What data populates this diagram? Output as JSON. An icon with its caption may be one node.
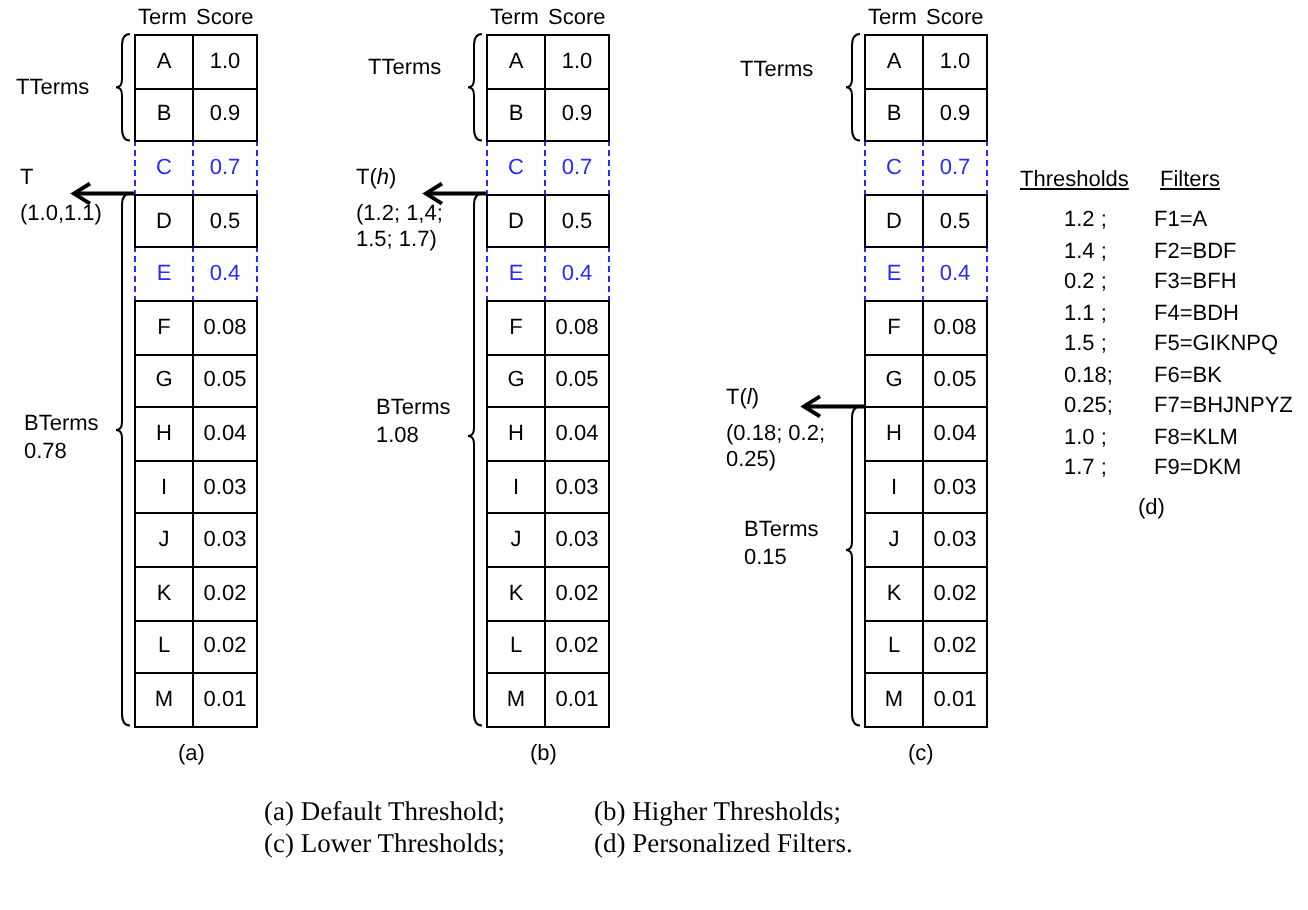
{
  "diagram": {
    "labels": [
      "Term",
      "Score",
      "A",
      "1.0",
      "B",
      "0.9",
      "C",
      "0.7",
      "D",
      "0.5",
      "E",
      "0.4",
      "F",
      "0.08",
      "G",
      "0.05",
      "H",
      "0.04",
      "I",
      "0.03",
      "J",
      "0.03",
      "K",
      "0.02",
      "L",
      "0.02",
      "M",
      "0.01",
      "TTerms",
      "T",
      "(1.0,1.1)",
      "BTerms",
      "0.78",
      "(a)",
      "Term",
      "Score",
      "A",
      "1.0",
      "B",
      "0.9",
      "C",
      "0.7",
      "D",
      "0.5",
      "E",
      "0.4",
      "F",
      "0.08",
      "G",
      "0.05",
      "H",
      "0.04",
      "I",
      "0.03",
      "J",
      "0.03",
      "K",
      "0.02",
      "L",
      "0.02",
      "M",
      "0.01",
      "TTerms",
      "T(*h*)",
      "(1.2; 1,4; 1.5; 1.7)",
      "BTerms",
      "1.08",
      "(b)",
      "Term",
      "Score",
      "A",
      "1.0",
      "B",
      "0.9",
      "C",
      "0.7",
      "D",
      "0.5",
      "E",
      "0.4",
      "F",
      "0.08",
      "G",
      "0.05",
      "H",
      "0.04",
      "I",
      "0.03",
      "J",
      "0.03",
      "K",
      "0.02",
      "L",
      "0.02",
      "M",
      "0.01",
      "TTerms",
      "T(*l*)",
      "(0.18; 0.2; 0.25)",
      "BTerms",
      "0.15",
      "(c)",
      "Thresholds",
      "Filters",
      "1.2 ;",
      "F1=A",
      "1.4 ;",
      "F2=BDF",
      "0.2 ;",
      "F3=BFH",
      "1.1 ;",
      "F4=BDH",
      "1.5 ;",
      "F5=GIKNPQ",
      "0.18;",
      "F6=BK",
      "0.25;",
      "F7=BHJNPYZ",
      "1.0 ;",
      "F8=KLM",
      "1.7 ;",
      "F9=DKM",
      "(d)",
      "(a) Default Threshold;",
      "(b) Higher Thresholds;",
      "(c) Lower Thresholds;",
      "(d) Personalized Filters."
    ]
  }
}
